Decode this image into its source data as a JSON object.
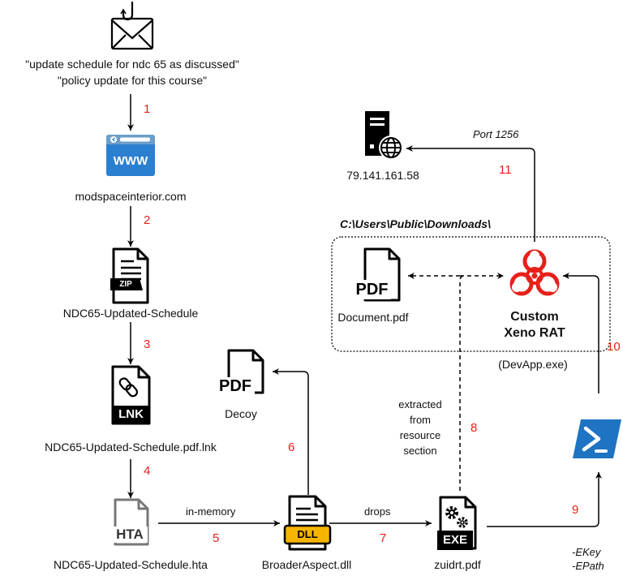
{
  "email": {
    "line1": "\"update schedule for ndc 65 as discussed\"",
    "line2": "\"policy update for this course\""
  },
  "website": {
    "icon_text": "WWW",
    "domain": "modspaceinterior.com"
  },
  "zip": {
    "icon_text": "ZIP",
    "name": "NDC65-Updated-Schedule"
  },
  "lnk": {
    "icon_text": "LNK",
    "name": "NDC65-Updated-Schedule.pdf.lnk"
  },
  "hta": {
    "icon_text": "HTA",
    "name": "NDC65-Updated-Schedule.hta"
  },
  "dll": {
    "icon_text": "DLL",
    "name": "BroaderAspect.dll"
  },
  "exe": {
    "icon_text": "EXE",
    "name": "zuidrt.pdf"
  },
  "decoy": {
    "icon_text": "PDF",
    "name": "Decoy"
  },
  "document": {
    "icon_text": "PDF",
    "name": "Document.pdf"
  },
  "server": {
    "ip": "79.141.161.58"
  },
  "rat": {
    "name_line1": "Custom",
    "name_line2": "Xeno RAT",
    "process": "(DevApp.exe)"
  },
  "group": {
    "path": "C:\\Users\\Public\\Downloads\\"
  },
  "edges": {
    "port": "Port 1256",
    "in_memory": "in-memory",
    "drops": "drops",
    "extracted": [
      "extracted",
      "from",
      "resource",
      "section"
    ],
    "params": [
      "-EKey",
      "-EPath"
    ]
  },
  "steps": [
    "1",
    "2",
    "3",
    "4",
    "5",
    "6",
    "7",
    "8",
    "9",
    "10",
    "11"
  ],
  "colors": {
    "step_number": "#e8201a",
    "rat": "#e8201a",
    "dll_fill": "#f7b500",
    "ps_blue": "#1f73c3",
    "web_blue": "#2b7fd0"
  }
}
